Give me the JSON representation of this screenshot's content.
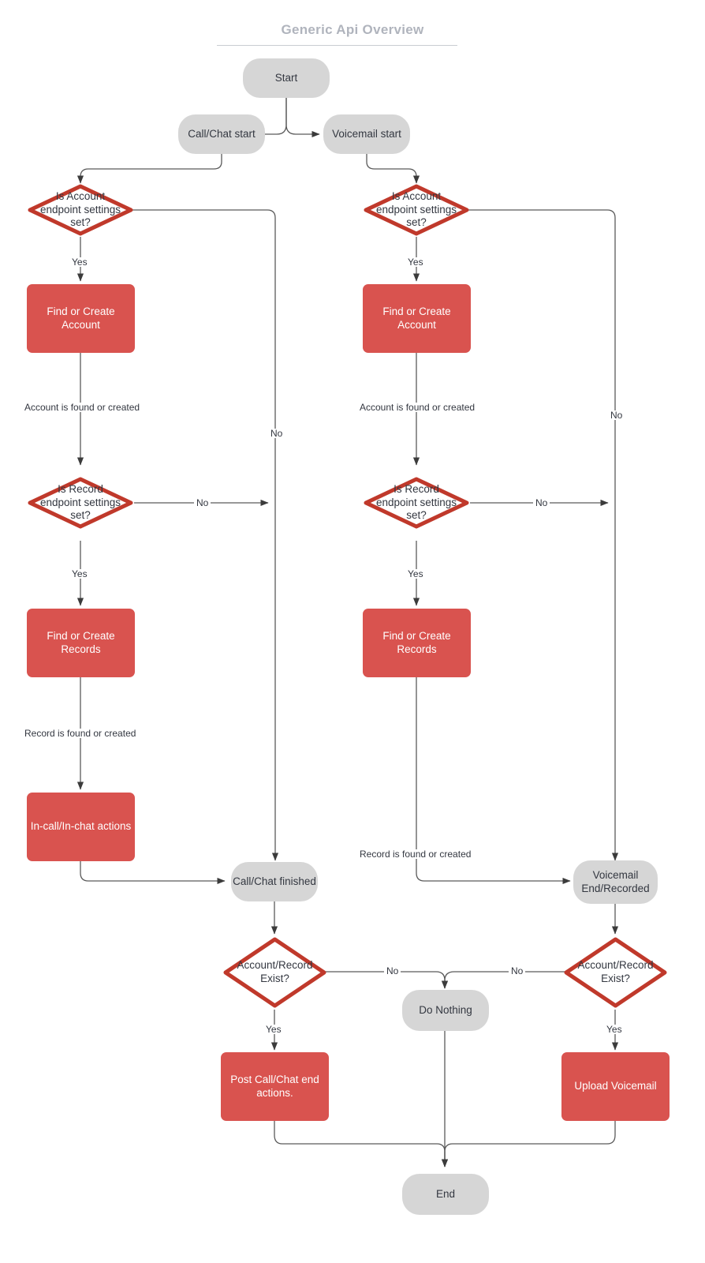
{
  "diagram": {
    "title": "Generic Api Overview",
    "type": "flowchart",
    "colors": {
      "process_fill": "#d9534f",
      "decision_stroke": "#c0392b",
      "terminal_fill": "#d6d6d6",
      "edge_stroke": "#5a5a5a",
      "title_color": "#b0b4bd",
      "text_dark": "#333740",
      "text_light": "#ffffff"
    },
    "nodes": [
      {
        "id": "start",
        "label": "Start",
        "shape": "terminal"
      },
      {
        "id": "call_start",
        "label": "Call/Chat start",
        "shape": "terminal"
      },
      {
        "id": "vm_start",
        "label": "Voicemail start",
        "shape": "terminal"
      },
      {
        "id": "l_acct_q",
        "label": "Is Account\nendpoint settings\nset?",
        "shape": "decision"
      },
      {
        "id": "r_acct_q",
        "label": "Is Account\nendpoint settings\nset?",
        "shape": "decision"
      },
      {
        "id": "l_find_acct",
        "label": "Find or Create Account",
        "shape": "process"
      },
      {
        "id": "r_find_acct",
        "label": "Find or Create Account",
        "shape": "process"
      },
      {
        "id": "l_rec_q",
        "label": "Is Record\nendpoint settings\nset?",
        "shape": "decision"
      },
      {
        "id": "r_rec_q",
        "label": "Is Record\nendpoint settings\nset?",
        "shape": "decision"
      },
      {
        "id": "l_find_rec",
        "label": "Find or Create Records",
        "shape": "process"
      },
      {
        "id": "r_find_rec",
        "label": "Find or Create Records",
        "shape": "process"
      },
      {
        "id": "in_call_actions",
        "label": "In-call/In-chat actions",
        "shape": "process"
      },
      {
        "id": "call_finished",
        "label": "Call/Chat finished",
        "shape": "terminal"
      },
      {
        "id": "vm_end",
        "label": "Voicemail\nEnd/Recorded",
        "shape": "terminal"
      },
      {
        "id": "l_exist_q",
        "label": "Account/Record\nExist?",
        "shape": "decision"
      },
      {
        "id": "r_exist_q",
        "label": "Account/Record\nExist?",
        "shape": "decision"
      },
      {
        "id": "do_nothing",
        "label": "Do Nothing",
        "shape": "terminal"
      },
      {
        "id": "post_call",
        "label": "Post Call/Chat end\nactions.",
        "shape": "process"
      },
      {
        "id": "upload_vm",
        "label": "Upload Voicemail",
        "shape": "process"
      },
      {
        "id": "end",
        "label": "End",
        "shape": "terminal"
      }
    ],
    "edge_labels": [
      {
        "id": "e1",
        "text": "Yes",
        "from": "l_acct_q",
        "to": "l_find_acct"
      },
      {
        "id": "e2",
        "text": "No",
        "from": "l_acct_q",
        "to": "call_finished"
      },
      {
        "id": "e3",
        "text": "Account is found or created",
        "from": "l_find_acct",
        "to": "l_rec_q"
      },
      {
        "id": "e4",
        "text": "Yes",
        "from": "l_rec_q",
        "to": "l_find_rec"
      },
      {
        "id": "e5",
        "text": "No",
        "from": "l_rec_q",
        "to": "call_finished"
      },
      {
        "id": "e6",
        "text": "Record is found or created",
        "from": "l_find_rec",
        "to": "in_call_actions"
      },
      {
        "id": "e7",
        "text": "Yes",
        "from": "r_acct_q",
        "to": "r_find_acct"
      },
      {
        "id": "e8",
        "text": "No",
        "from": "r_acct_q",
        "to": "vm_end"
      },
      {
        "id": "e9",
        "text": "Account is found or created",
        "from": "r_find_acct",
        "to": "r_rec_q"
      },
      {
        "id": "e10",
        "text": "Yes",
        "from": "r_rec_q",
        "to": "r_find_rec"
      },
      {
        "id": "e11",
        "text": "No",
        "from": "r_rec_q",
        "to": "vm_end"
      },
      {
        "id": "e12",
        "text": "Record is found or created",
        "from": "r_find_rec",
        "to": "vm_end"
      },
      {
        "id": "e13",
        "text": "No",
        "from": "l_exist_q",
        "to": "do_nothing"
      },
      {
        "id": "e14",
        "text": "Yes",
        "from": "l_exist_q",
        "to": "post_call"
      },
      {
        "id": "e15",
        "text": "No",
        "from": "r_exist_q",
        "to": "do_nothing"
      },
      {
        "id": "e16",
        "text": "Yes",
        "from": "r_exist_q",
        "to": "upload_vm"
      }
    ]
  }
}
